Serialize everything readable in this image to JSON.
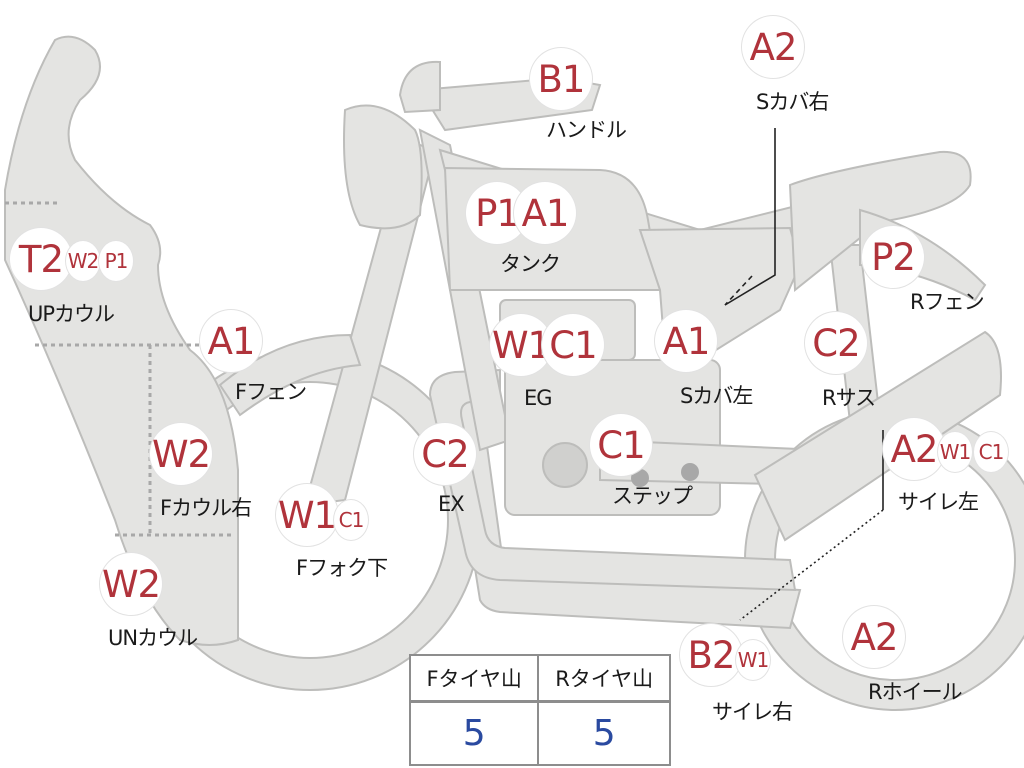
{
  "markers": [
    {
      "id": "B1",
      "label": "ハンドル",
      "codes": [
        "B1"
      ]
    },
    {
      "id": "A2-scover-r",
      "label": "Sカバ右",
      "codes": [
        "A2"
      ]
    },
    {
      "id": "tank",
      "label": "タンク",
      "codes": [
        "P1",
        "A1"
      ]
    },
    {
      "id": "up-cowl",
      "label": "UPカウル",
      "codes": [
        "T2",
        "W2",
        "P1"
      ]
    },
    {
      "id": "f-fender",
      "label": "Fフェン",
      "codes": [
        "A1"
      ]
    },
    {
      "id": "eg",
      "label": "EG",
      "codes": [
        "W1",
        "C1"
      ]
    },
    {
      "id": "scover-l",
      "label": "Sカバ左",
      "codes": [
        "A1"
      ]
    },
    {
      "id": "r-sus",
      "label": "Rサス",
      "codes": [
        "C2"
      ]
    },
    {
      "id": "r-fender",
      "label": "Rフェン",
      "codes": [
        "P2"
      ]
    },
    {
      "id": "f-cowl-r",
      "label": "Fカウル右",
      "codes": [
        "W2"
      ]
    },
    {
      "id": "ex",
      "label": "EX",
      "codes": [
        "C2"
      ]
    },
    {
      "id": "step",
      "label": "ステップ",
      "codes": [
        "C1"
      ]
    },
    {
      "id": "silencer-l",
      "label": "サイレ左",
      "codes": [
        "A2",
        "W1",
        "C1"
      ]
    },
    {
      "id": "f-fork",
      "label": "Fフォク下",
      "codes": [
        "W1",
        "C1"
      ]
    },
    {
      "id": "un-cowl",
      "label": "UNカウル",
      "codes": [
        "W2"
      ]
    },
    {
      "id": "silencer-r",
      "label": "サイレ右",
      "codes": [
        "B2",
        "W1"
      ]
    },
    {
      "id": "r-wheel",
      "label": "Rホイール",
      "codes": [
        "A2"
      ]
    }
  ],
  "tire_table": {
    "headers": [
      "Fタイヤ山",
      "Rタイヤ山"
    ],
    "values": [
      "5",
      "5"
    ]
  },
  "colors": {
    "code_red": "#b0333b",
    "value_blue": "#2a4aa0",
    "part_fill": "#e4e4e2"
  }
}
